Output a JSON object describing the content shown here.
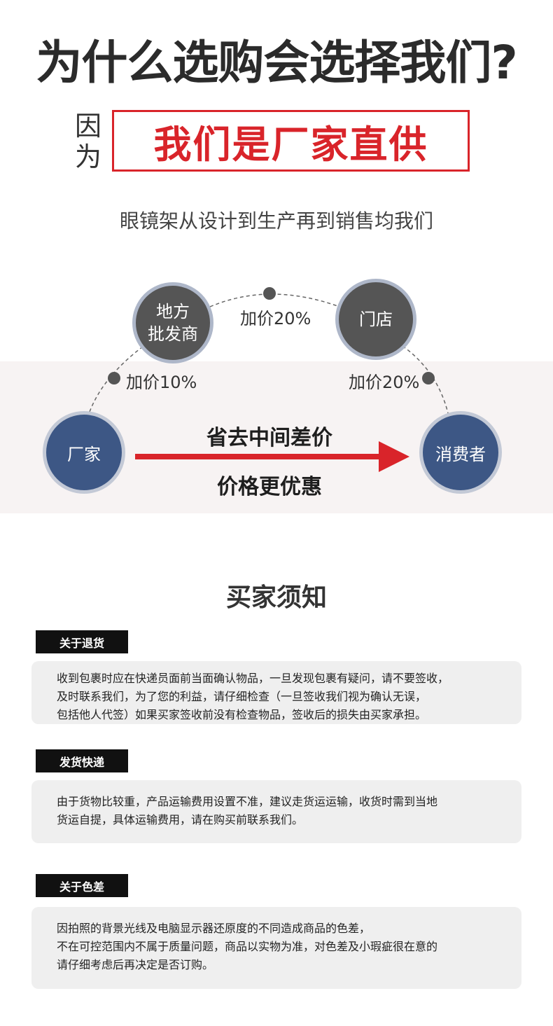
{
  "header": {
    "title": "为什么选购会选择我们?",
    "because_1": "因",
    "because_2": "为",
    "highlight": "我们是厂家直供",
    "subtitle": "眼镜架从设计到生产再到销售均我们"
  },
  "flow": {
    "nodes": {
      "factory": "厂家",
      "wholesaler_line1": "地方",
      "wholesaler_line2": "批发商",
      "store": "门店",
      "consumer": "消费者"
    },
    "markups": {
      "to_wholesaler": "加价10%",
      "to_store": "加价20%",
      "to_consumer": "加价20%"
    },
    "arrow_text_top": "省去中间差价",
    "arrow_text_bottom": "价格更优惠",
    "colors": {
      "gray_node": "#555555",
      "blue_node": "#3d5785",
      "accent_red": "#d9242a"
    }
  },
  "notice": {
    "title": "买家须知",
    "sections": [
      {
        "tag": "关于退货",
        "lines": [
          "收到包裹时应在快递员面前当面确认物品，一旦发现包裹有疑问，请不要签收，",
          "及时联系我们，为了您的利益，请仔细检查（一旦签收我们视为确认无误，",
          "包括他人代签）如果买家签收前没有检查物品，签收后的损失由买家承担。"
        ]
      },
      {
        "tag": "发货快递",
        "lines": [
          "由于货物比较重，产品运输费用设置不准，建议走货运运输，收货时需到当地",
          "货运自提，具体运输费用，请在购买前联系我们。"
        ]
      },
      {
        "tag": "关于色差",
        "lines": [
          "因拍照的背景光线及电脑显示器还原度的不同造成商品的色差，",
          "不在可控范围内不属于质量问题，商品以实物为准，对色差及小瑕疵很在意的",
          "请仔细考虑后再决定是否订购。"
        ]
      }
    ]
  }
}
